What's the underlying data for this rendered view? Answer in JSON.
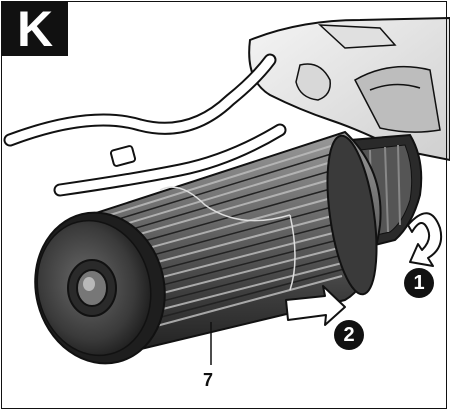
{
  "figure": {
    "panel_label": "K",
    "steps": [
      {
        "label": "1"
      },
      {
        "label": "2"
      }
    ],
    "callouts": [
      {
        "label": "7"
      }
    ]
  }
}
